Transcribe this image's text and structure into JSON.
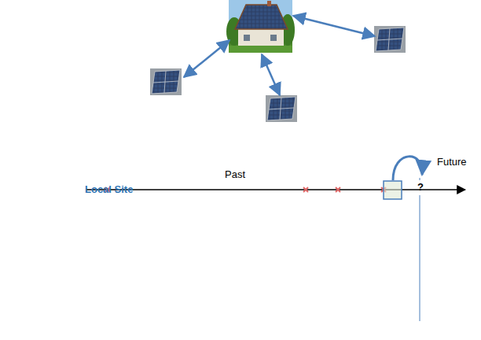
{
  "diagram": {
    "labels": [
      "Past",
      "Future",
      "Local Site",
      "?"
    ]
  }
}
